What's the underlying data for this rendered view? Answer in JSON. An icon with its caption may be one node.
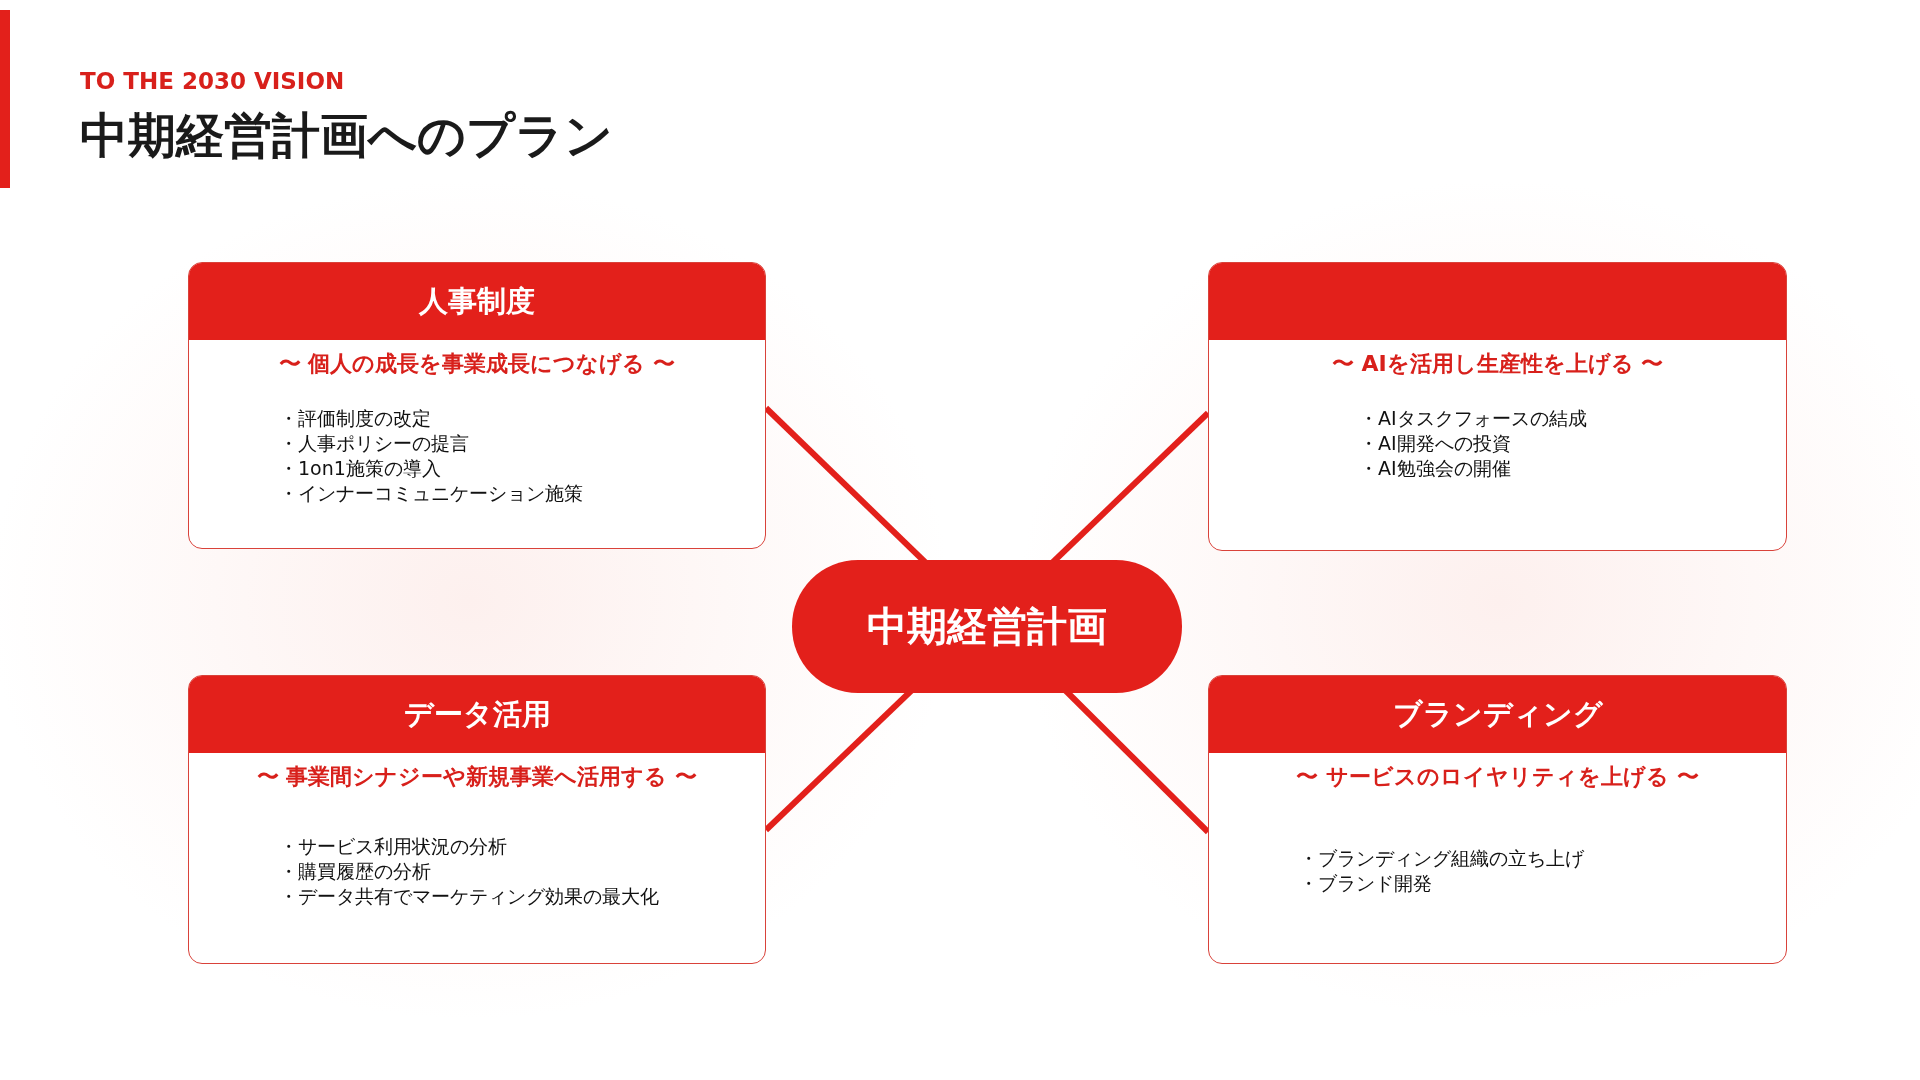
{
  "diagram": {
    "title": "中期経営計画へのプラン",
    "nodes": [
      {
        "text": [
          "人事制度",
          "〜 個人の成長を事業成長につなげる 〜",
          "・評価制度の改定",
          "・人事ポリシーの提言",
          "・1on1施策の導入",
          "・インナーコミュニケーション施策"
        ]
      },
      {
        "text": [
          "〜 AIを活用し生産性を上げる 〜",
          "・AIタスクフォースの結成",
          "・AI開発への投資",
          "・AI勉強会の開催"
        ]
      },
      {
        "text": [
          "中期経営計画"
        ]
      },
      {
        "text": [
          "データ活用",
          "〜 事業間シナジーや新規事業へ活用する 〜",
          "・サービス利用状況の分析",
          "・購買履歴の分析",
          "・データ共有でマーケティング効果の最大化"
        ]
      },
      {
        "text": [
          "ブランディング",
          "〜 サービスのロイヤリティを上げる 〜",
          "・ブランディング組織の立ち上げ",
          "・ブランド開発"
        ]
      }
    ],
    "edges": [
      {
        "from": 2,
        "to": 0,
        "arrow": "none"
      },
      {
        "from": 2,
        "to": 1,
        "arrow": "none"
      },
      {
        "from": 2,
        "to": 3,
        "arrow": "none"
      },
      {
        "from": 2,
        "to": 4,
        "arrow": "none"
      }
    ],
    "labels": [
      "TO THE 2030 VISION"
    ]
  }
}
